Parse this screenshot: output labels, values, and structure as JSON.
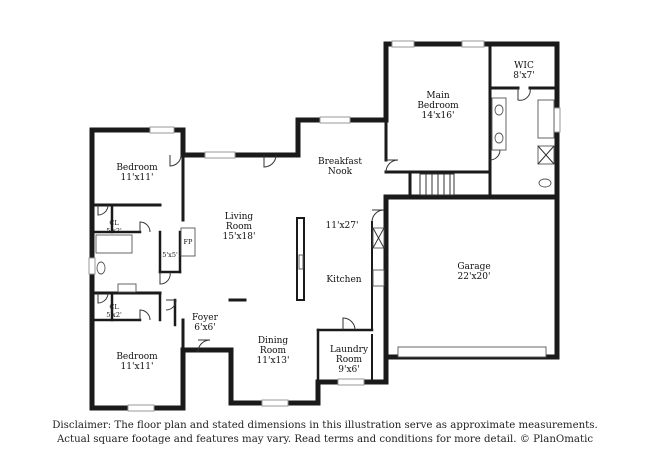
{
  "rooms": {
    "wic": {
      "name": "WIC",
      "dims": "8'x7'"
    },
    "main_bedroom": {
      "name1": "Main",
      "name2": "Bedroom",
      "dims": "14'x16'"
    },
    "breakfast_nook": {
      "name1": "Breakfast",
      "name2": "Nook"
    },
    "bedroom_top": {
      "name": "Bedroom",
      "dims": "11'x11'"
    },
    "living_room": {
      "name1": "Living",
      "name2": "Room",
      "dims": "15'x18'"
    },
    "kitchen": {
      "name": "Kitchen",
      "dims": "11'x27'"
    },
    "closet_top": {
      "name": "CL",
      "dims": "5'x2'"
    },
    "fireplace": {
      "name": "FP"
    },
    "closet_mid": {
      "dims": "5'x5'"
    },
    "garage": {
      "name": "Garage",
      "dims": "22'x20'"
    },
    "closet_bottom": {
      "name": "CL",
      "dims": "5'x2'"
    },
    "foyer": {
      "name": "Foyer",
      "dims": "6'x6'"
    },
    "bedroom_bottom": {
      "name": "Bedroom",
      "dims": "11'x11'"
    },
    "dining_room": {
      "name1": "Dining",
      "name2": "Room",
      "dims": "11'x13'"
    },
    "laundry_room": {
      "name1": "Laundry",
      "name2": "Room",
      "dims": "9'x6'"
    }
  },
  "disclaimer": {
    "line1": "Disclaimer: The floor plan and stated dimensions in this illustration serve as approximate measurements.",
    "line2": "Actual square footage and features may vary. Read terms and conditions for more detail. © PlanOmatic"
  }
}
